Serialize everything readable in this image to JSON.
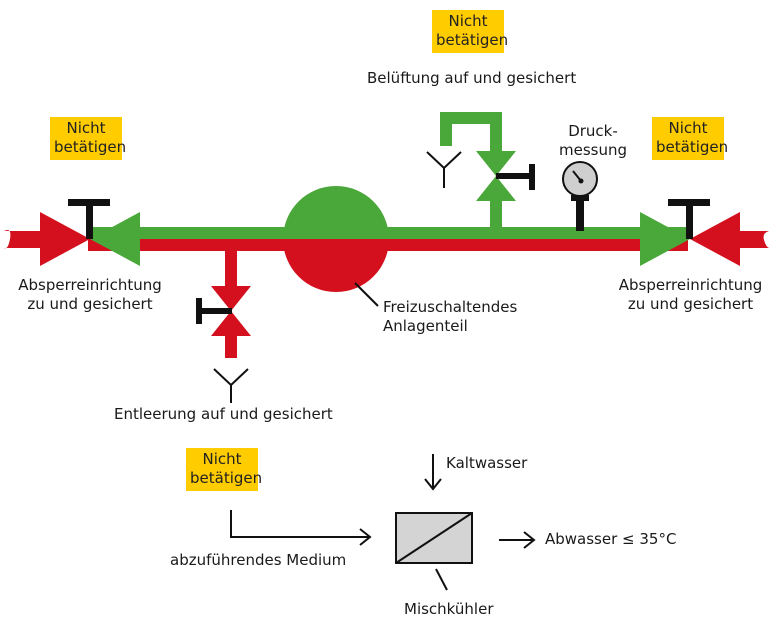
{
  "warnings": {
    "top": {
      "line1": "Nicht",
      "line2": "betätigen"
    },
    "left": {
      "line1": "Nicht",
      "line2": "betätigen"
    },
    "right": {
      "line1": "Nicht",
      "line2": "betätigen"
    },
    "bottom": {
      "line1": "Nicht",
      "line2": "betätigen"
    }
  },
  "labels": {
    "vent": "Belüftung auf und gesichert",
    "pressure_line1": "Druck-",
    "pressure_line2": "messung",
    "shutoff_left_line1": "Absperreinrichtung",
    "shutoff_left_line2": "zu und gesichert",
    "shutoff_right_line1": "Absperreinrichtung",
    "shutoff_right_line2": "zu und gesichert",
    "section_line1": "Freizuschaltendes",
    "section_line2": "Anlagenteil",
    "drain": "Entleerung auf und gesichert",
    "cold_water": "Kaltwasser",
    "medium": "abzuführendes Medium",
    "waste_water": "Abwasser ≤ 35°C",
    "mixer": "Mischkühler"
  },
  "colors": {
    "green": "#4aa83a",
    "red": "#d4101e",
    "yellow": "#ffcc00",
    "black": "#111111",
    "mixer_fill": "#d4d4d4"
  }
}
